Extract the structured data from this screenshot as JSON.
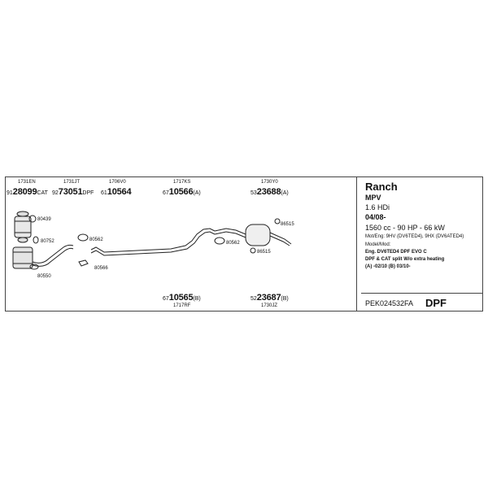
{
  "header_parts": [
    {
      "code": "1731EN",
      "prefix": "91",
      "number": "28099",
      "suffix": "CAT"
    },
    {
      "code": "1731JT",
      "prefix": "92",
      "number": "73051",
      "suffix": "DPF"
    },
    {
      "code": "1706V0",
      "prefix": "61",
      "number": "10564",
      "suffix": ""
    },
    {
      "code": "1717KS",
      "prefix": "67",
      "number": "10566",
      "suffix": "(A)"
    },
    {
      "code": "1730Y0",
      "prefix": "53",
      "number": "23688",
      "suffix": "(A)"
    }
  ],
  "footer_parts": [
    {
      "code": "1717RF",
      "prefix": "67",
      "number": "10565",
      "suffix": "(B)"
    },
    {
      "code": "1730JZ",
      "prefix": "52",
      "number": "23687",
      "suffix": "(B)"
    }
  ],
  "fittings": [
    "80439",
    "80752",
    "80562",
    "80566",
    "80550",
    "86515",
    "80562",
    "86515"
  ],
  "info": {
    "model": "Ranch",
    "body": "MPV",
    "engine": "1.6 HDi",
    "date": "04/08-",
    "spec": "1560 cc - 90 HP - 66 kW",
    "mot_eng": "Mot/Eng: 9HV (DV6TED4), 9HX (DV6ATED4)",
    "model_mod": "Model/Mod:",
    "note1": "Eng. DV6TED4   DPF EVO C",
    "note2": "DPF & CAT split   W/o extra heating",
    "note3": "(A) -02/10 (B) 03/10-",
    "ref": "PEK024532FA",
    "tag": "DPF"
  }
}
